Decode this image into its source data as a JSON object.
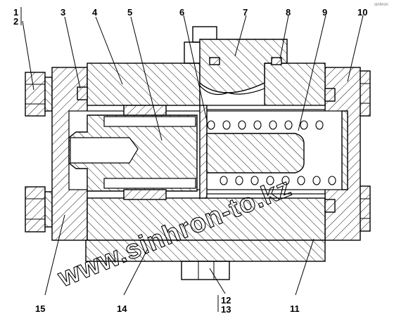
{
  "callouts": [
    {
      "id": "c1",
      "label": "1"
    },
    {
      "id": "c2",
      "label": "2"
    },
    {
      "id": "c3",
      "label": "3"
    },
    {
      "id": "c4",
      "label": "4"
    },
    {
      "id": "c5",
      "label": "5"
    },
    {
      "id": "c6",
      "label": "6"
    },
    {
      "id": "c7",
      "label": "7"
    },
    {
      "id": "c8",
      "label": "8"
    },
    {
      "id": "c9",
      "label": "9"
    },
    {
      "id": "c10",
      "label": "10"
    },
    {
      "id": "c11",
      "label": "11"
    },
    {
      "id": "c12",
      "label": "12"
    },
    {
      "id": "c13",
      "label": "13"
    },
    {
      "id": "c14",
      "label": "14"
    },
    {
      "id": "c15",
      "label": "15"
    }
  ],
  "watermark": {
    "text": "www.sinhron-to.kz",
    "corner_text": "sinhron"
  }
}
